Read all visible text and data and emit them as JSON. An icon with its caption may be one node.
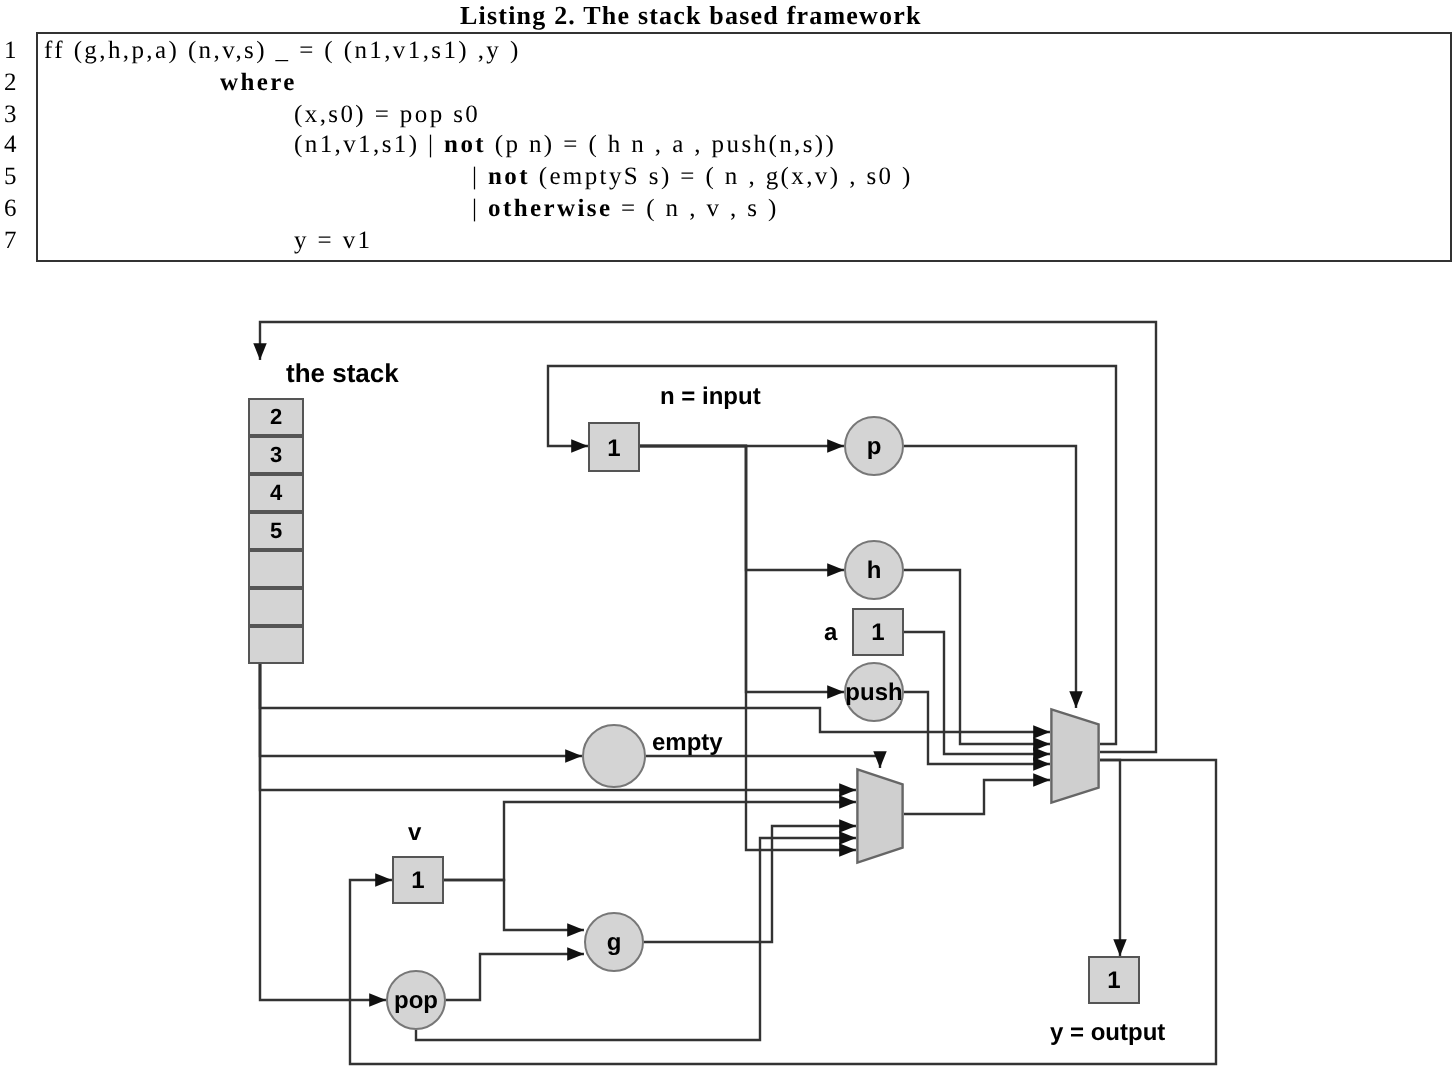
{
  "diagram": {
    "title": "Listing 2. The stack based framework",
    "nodes": [
      {
        "text": [
          "the stack"
        ]
      },
      {
        "text": [
          "2"
        ],
        "in": 0
      },
      {
        "text": [
          "3"
        ],
        "in": 0
      },
      {
        "text": [
          "4"
        ],
        "in": 0
      },
      {
        "text": [
          "5"
        ],
        "in": 0
      },
      {
        "text": [],
        "shape": "box",
        "in": 0
      },
      {
        "text": [],
        "shape": "box",
        "in": 0
      },
      {
        "text": [],
        "shape": "box",
        "in": 0
      },
      {
        "text": [
          "1"
        ],
        "beside": [
          "n = input"
        ]
      },
      {
        "text": [
          "p"
        ]
      },
      {
        "text": [
          "h"
        ]
      },
      {
        "text": [
          "1"
        ],
        "beside": [
          "a"
        ]
      },
      {
        "text": [
          "push"
        ]
      },
      {
        "text": [],
        "shape": "circle",
        "beside": [
          "empty"
        ]
      },
      {
        "text": [
          "1"
        ],
        "beside": [
          "v"
        ]
      },
      {
        "text": [
          "g"
        ]
      },
      {
        "text": [
          "pop"
        ]
      },
      {
        "text": [],
        "shape": "trapezoid"
      },
      {
        "text": [],
        "shape": "trapezoid"
      },
      {
        "text": [
          "1"
        ],
        "beside": [
          "y = output"
        ]
      }
    ],
    "edges": [
      {
        "from": 0,
        "to": 16,
        "arrow": "to"
      },
      {
        "from": 0,
        "to": 18,
        "arrow": "to"
      },
      {
        "from": 0,
        "to": 13,
        "arrow": "to"
      },
      {
        "from": 0,
        "to": 17,
        "arrow": "to"
      },
      {
        "from": 13,
        "to": 17,
        "arrow": "to"
      },
      {
        "from": 8,
        "to": 9,
        "arrow": "to"
      },
      {
        "from": 8,
        "to": 10,
        "arrow": "to"
      },
      {
        "from": 8,
        "to": 12,
        "arrow": "to"
      },
      {
        "from": 8,
        "to": 17,
        "arrow": "to"
      },
      {
        "from": 9,
        "to": 18,
        "arrow": "to"
      },
      {
        "from": 10,
        "to": 18,
        "arrow": "to"
      },
      {
        "from": 11,
        "to": 18,
        "arrow": "to"
      },
      {
        "from": 12,
        "to": 18,
        "arrow": "to"
      },
      {
        "from": 14,
        "to": 17,
        "arrow": "to"
      },
      {
        "from": 14,
        "to": 15,
        "arrow": "to"
      },
      {
        "from": 16,
        "to": 15,
        "arrow": "to"
      },
      {
        "from": 16,
        "to": 17,
        "arrow": "to"
      },
      {
        "from": 15,
        "to": 17,
        "arrow": "to"
      },
      {
        "from": 17,
        "to": 18,
        "arrow": "to"
      },
      {
        "from": 18,
        "to": 0,
        "arrow": "to"
      },
      {
        "from": 18,
        "to": 8,
        "arrow": "to"
      },
      {
        "from": 18,
        "to": 19,
        "arrow": "to"
      },
      {
        "from": 18,
        "to": 14,
        "arrow": "to"
      }
    ],
    "labels": [
      "1",
      "ff (g,h,p,a) (n,v,s) _ = ( (n1,v1,s1) ,y )",
      "2",
      "where",
      "3",
      "(x,s0) = pop s0",
      "4",
      "(n1,v1,s1) | **not** (p n) = ( h n , a , push(n,s))",
      "5",
      "| **not** (emptyS s) = ( n , g(x,v) , s0 )",
      "6",
      "| **otherwise** = ( n , v , s )",
      "7",
      "y = v1"
    ]
  }
}
